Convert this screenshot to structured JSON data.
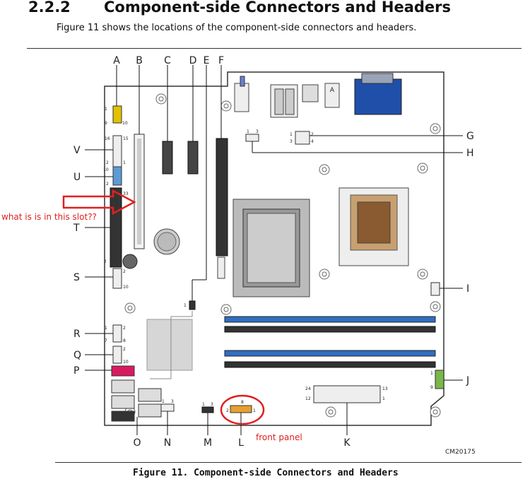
{
  "section": {
    "number": "2.2.2",
    "title": "Component-side Connectors and Headers",
    "intro": "Figure 11 shows the locations of the component-side connectors and headers."
  },
  "figure": {
    "caption": "Figure 11.  Component-side Connectors and Headers",
    "code": "CM20175"
  },
  "labels": {
    "A": "A",
    "B": "B",
    "C": "C",
    "D": "D",
    "E": "E",
    "F": "F",
    "G": "G",
    "H": "H",
    "I": "I",
    "J": "J",
    "K": "K",
    "L": "L",
    "M": "M",
    "N": "N",
    "O": "O",
    "P": "P",
    "Q": "Q",
    "R": "R",
    "S": "S",
    "T": "T",
    "U": "U",
    "V": "V"
  },
  "pin_numbers": {
    "a1": "1",
    "a9": "9",
    "a10": "10",
    "v16": "16",
    "v15": "15",
    "v2": "2",
    "v1": "1",
    "u10": "10",
    "u2": "2",
    "t33": "33",
    "t2": "2",
    "s2": "2",
    "s10": "10",
    "r1": "1",
    "r7": "7",
    "r2": "2",
    "r8": "8",
    "q2": "2",
    "q10": "10",
    "g1": "1",
    "g3": "3",
    "g2": "2",
    "g4": "4",
    "h1": "1",
    "h3": "3",
    "j1": "1",
    "j9": "9",
    "k24": "24",
    "k13": "13",
    "k12": "12",
    "k1": "1",
    "l8": "8",
    "l1": "1",
    "l2": "2",
    "m1": "1",
    "m3": "3",
    "n1": "1",
    "n3": "3",
    "e1": "1"
  },
  "annotations": {
    "slot_question": "what is is in this slot??",
    "front_panel": "front panel"
  },
  "colors": {
    "annotation_red": "#e02020",
    "dimm_blue": "#2f6fc0",
    "header_yellow": "#e2c100",
    "header_blue": "#5b9bd5",
    "header_green": "#7ab648",
    "sata_red": "#d81b60",
    "vga_blue": "#1f4fa8"
  }
}
